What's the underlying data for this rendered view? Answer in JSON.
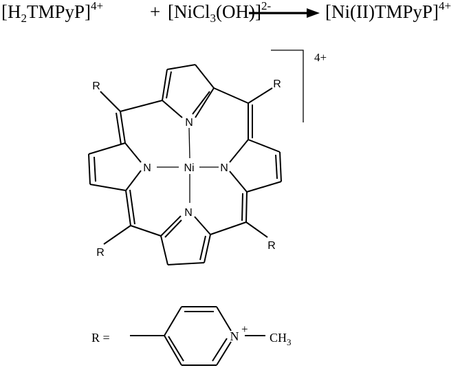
{
  "equation": {
    "reactant1": {
      "open": "[H",
      "sub": "2",
      "main": "TMPyP]",
      "sup": "4+"
    },
    "plus": "+",
    "reactant2": {
      "open": "[NiCl",
      "sub": "3",
      "main": "(OH)]",
      "sup": "2-"
    },
    "product": {
      "main": "[Ni(II)TMPyP]",
      "sup": "4+"
    },
    "arrow": "right-arrow"
  },
  "structure": {
    "metal": "Ni",
    "nitrogens": [
      "N",
      "N",
      "N",
      "N"
    ],
    "substituents": [
      "R",
      "R",
      "R",
      "R"
    ],
    "charge": "4+"
  },
  "r_definition": {
    "label": "R =",
    "nitrogen": "N",
    "nitrogen_charge": "+",
    "methyl": "CH",
    "methyl_sub": "3"
  }
}
